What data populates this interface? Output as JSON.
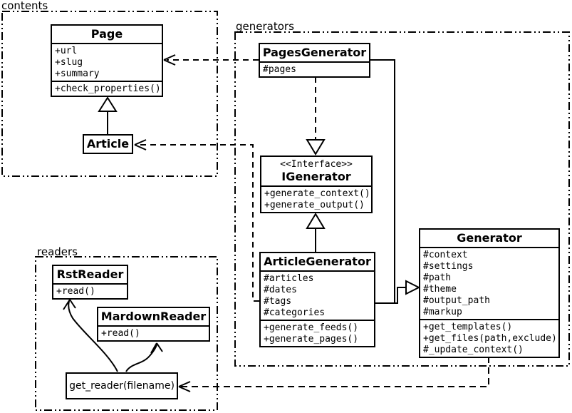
{
  "packages": {
    "contents": {
      "label": "contents"
    },
    "generators": {
      "label": "generators"
    },
    "readers": {
      "label": "readers"
    }
  },
  "classes": {
    "page": {
      "title": "Page",
      "attributes": [
        "+url",
        "+slug",
        "+summary"
      ],
      "methods": [
        "+check_properties()"
      ]
    },
    "article": {
      "title": "Article"
    },
    "pages_generator": {
      "title": "PagesGenerator",
      "attributes": [
        "#pages"
      ]
    },
    "igenerator": {
      "stereotype": "<<Interface>>",
      "title": "IGenerator",
      "methods": [
        "+generate_context()",
        "+generate_output()"
      ]
    },
    "article_generator": {
      "title": "ArticleGenerator",
      "attributes": [
        "#articles",
        "#dates",
        "#tags",
        "#categories"
      ],
      "methods": [
        "+generate_feeds()",
        "+generate_pages()"
      ]
    },
    "generator": {
      "title": "Generator",
      "attributes": [
        "#context",
        "#settings",
        "#path",
        "#theme",
        "#output_path",
        "#markup"
      ],
      "methods": [
        "+get_templates()",
        "+get_files(path,exclude)",
        "#_update_context()"
      ]
    },
    "rst_reader": {
      "title": "RstReader",
      "methods": [
        "+read()"
      ]
    },
    "markdown_reader": {
      "title": "MardownReader",
      "methods": [
        "+read()"
      ]
    },
    "get_reader": {
      "label": "get_reader(filename)"
    }
  },
  "relationships": [
    {
      "from": "Article",
      "to": "Page",
      "type": "generalization"
    },
    {
      "from": "PagesGenerator",
      "to": "Page",
      "type": "dependency"
    },
    {
      "from": "ArticleGenerator",
      "to": "Article",
      "type": "dependency"
    },
    {
      "from": "PagesGenerator",
      "to": "IGenerator",
      "type": "realization"
    },
    {
      "from": "ArticleGenerator",
      "to": "IGenerator",
      "type": "realization"
    },
    {
      "from": "PagesGenerator",
      "to": "Generator",
      "type": "generalization"
    },
    {
      "from": "ArticleGenerator",
      "to": "Generator",
      "type": "generalization"
    },
    {
      "from": "Generator",
      "to": "get_reader(filename)",
      "type": "dependency"
    },
    {
      "from": "get_reader(filename)",
      "to": "RstReader",
      "type": "arrow"
    },
    {
      "from": "get_reader(filename)",
      "to": "MardownReader",
      "type": "arrow"
    }
  ],
  "colors": {
    "line": "#000000",
    "background": "#ffffff"
  }
}
